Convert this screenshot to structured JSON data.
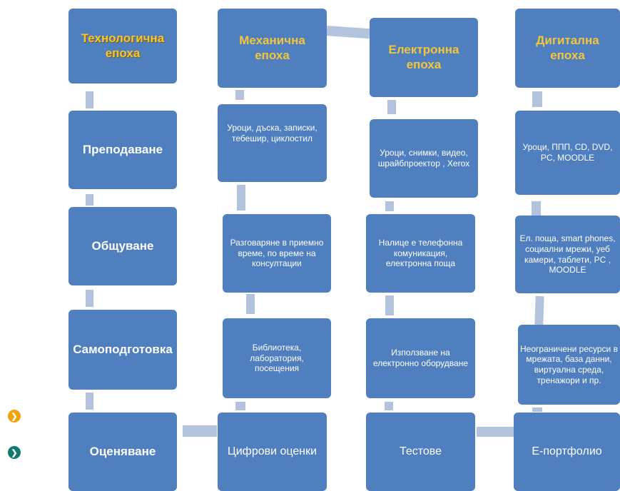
{
  "columns": [
    {
      "header": "Технологична епоха",
      "rows": [
        "Преподаване",
        "Общуване",
        "Самоподготовка",
        "Оценяване"
      ]
    },
    {
      "header": "Механична епоха",
      "rows": [
        "Уроци, дъска,  записки, тебешир, циклостил",
        "Разговаряне в приемно време, по време на консултации",
        "Библиотека, лаборатория, посещения",
        "Цифрови оценки"
      ]
    },
    {
      "header": "Електронна епоха",
      "rows": [
        "Уроци,  снимки,  видео, шрайбпроектор , Xerox",
        "Налице е телефонна комуникация, електронна поща",
        "Използване на електронно оборудване",
        "Тестове"
      ]
    },
    {
      "header": "Дигитална епоха",
      "rows": [
        "Уроци, ППП,  CD, DVD, PC, MOODLE",
        "Ел. поща, smart phones, социални мрежи, уеб камери, таблети, PC , MOODLE",
        "Неограничени ресурси в мрежата, база данни, виртуална среда, тренажори и пр.",
        "Е-портфолио"
      ]
    }
  ],
  "colors": {
    "box": "#4f7fbf",
    "header_text": "#f3c63a",
    "connector": "#b3c3dd",
    "bullet_orange": "#f0a30a",
    "bullet_teal": "#0f7a70"
  },
  "bullets": [
    {
      "icon": "chevron-right-icon",
      "glyph": "❯"
    },
    {
      "icon": "chevron-right-icon",
      "glyph": "❯"
    }
  ]
}
